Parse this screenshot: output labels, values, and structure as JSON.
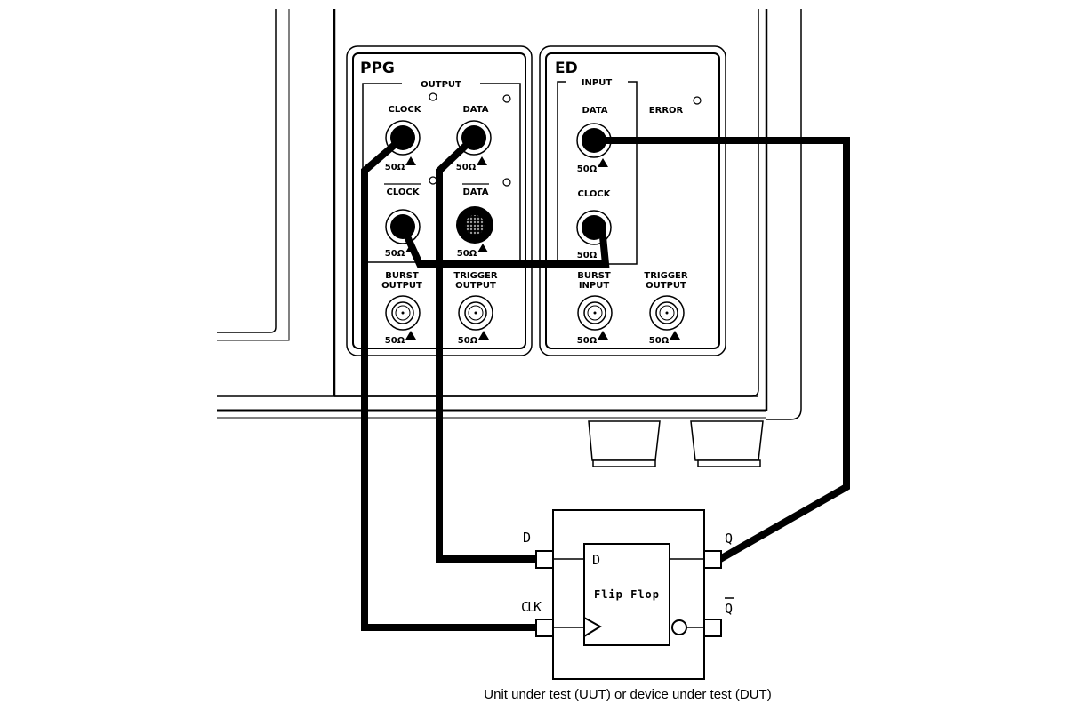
{
  "colors": {
    "line": "#000000",
    "background": "#ffffff",
    "mesh": "#888888"
  },
  "ppg": {
    "title": "PPG",
    "output_group": "OUTPUT",
    "clock": "CLOCK",
    "data": "DATA",
    "clock_bar": "CLOCK",
    "data_bar": "DATA",
    "burst_output_1": "BURST",
    "burst_output_2": "OUTPUT",
    "trigger_output_1": "TRIGGER",
    "trigger_output_2": "OUTPUT",
    "impedance": "50Ω"
  },
  "ed": {
    "title": "ED",
    "input_group": "INPUT",
    "data": "DATA",
    "clock": "CLOCK",
    "error": "ERROR",
    "burst_input_1": "BURST",
    "burst_input_2": "INPUT",
    "trigger_output_1": "TRIGGER",
    "trigger_output_2": "OUTPUT",
    "impedance": "50Ω"
  },
  "dut": {
    "pin_d": "D",
    "pin_clk": "CLK",
    "pin_q": "Q",
    "pin_qbar": "Q",
    "ff_d": "D",
    "ff_label": "Flip Flop",
    "caption": "Unit under test (UUT) or device under test (DUT)"
  },
  "connections": [
    {
      "from": "PPG CLOCK",
      "to": "DUT CLK"
    },
    {
      "from": "PPG DATA",
      "to": "DUT D"
    },
    {
      "from": "PPG CLOCK (inverted)",
      "to": "ED CLOCK"
    },
    {
      "from": "DUT Q",
      "to": "ED DATA"
    }
  ]
}
